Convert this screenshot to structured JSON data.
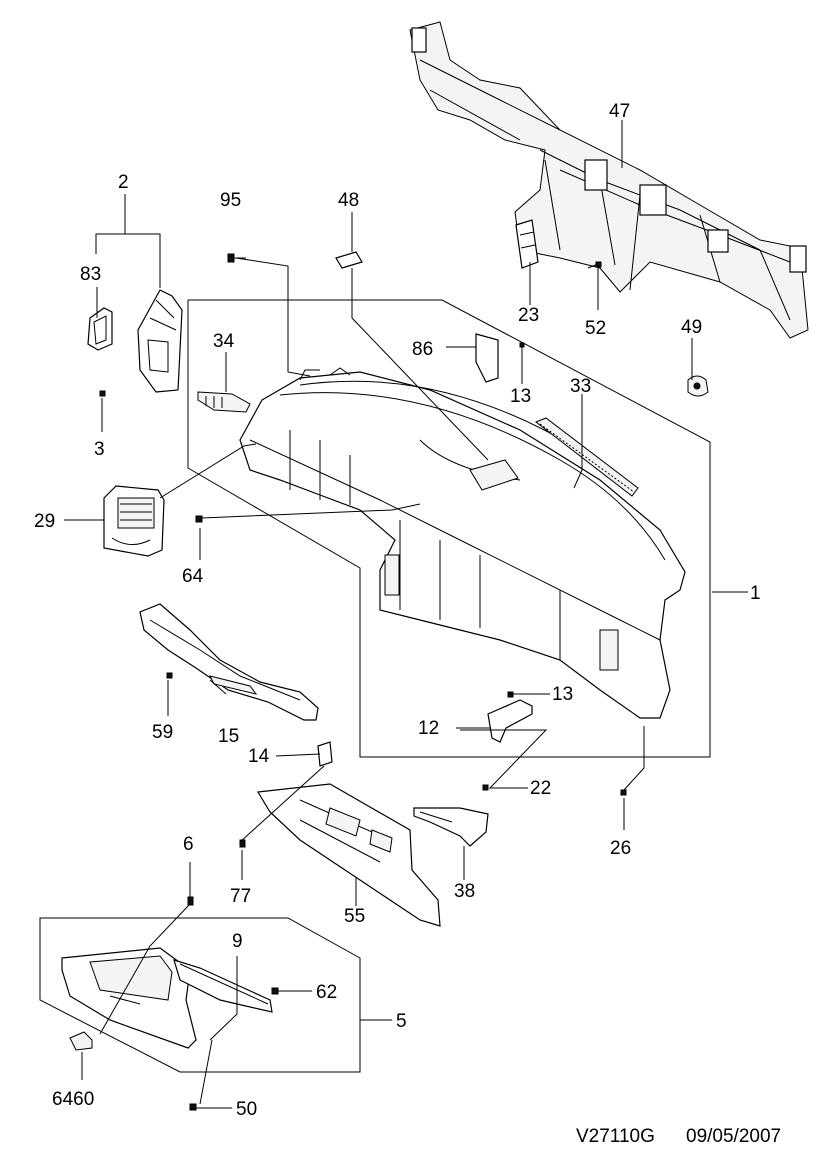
{
  "diagram": {
    "footer": {
      "code": "V27110G",
      "date": "09/05/2007"
    },
    "callouts": [
      "1",
      "2",
      "3",
      "5",
      "6",
      "9",
      "12",
      "13",
      "13",
      "14",
      "15",
      "22",
      "23",
      "26",
      "29",
      "33",
      "34",
      "38",
      "47",
      "48",
      "49",
      "50",
      "52",
      "55",
      "59",
      "62",
      "64",
      "77",
      "83",
      "86",
      "95",
      "6460"
    ]
  }
}
